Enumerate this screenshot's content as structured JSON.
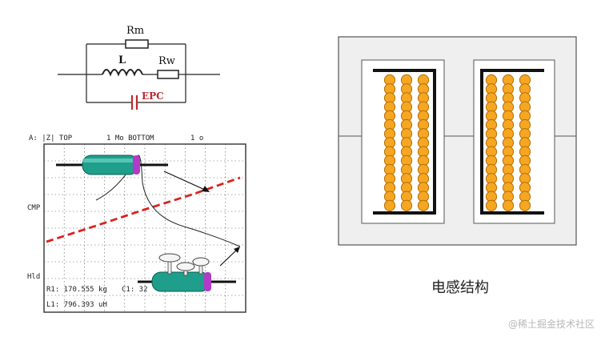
{
  "circuit": {
    "rm_label": "Rm",
    "l_label": "L",
    "rw_label": "Rw",
    "epc_label": "EPC"
  },
  "impedance_plot": {
    "header_a": "A: |Z| TOP",
    "header_b": "1 Mo BOTTOM",
    "header_c": "1 o",
    "y_label_top": "CMP",
    "y_label_bottom": "Hld",
    "readout_r1": "R1:  170.555 kg",
    "readout_c1": "C1:  32",
    "readout_l1": "L1:  796.393 uH"
  },
  "core": {
    "caption": "电感结构",
    "winding_rows": 15,
    "winding_cols": 3,
    "colors": {
      "wire": "#f5a623",
      "wire_edge": "#b86f00",
      "bobbin": "#111111",
      "core_fill": "#efefef"
    }
  },
  "watermark": "@稀土掘金技术社区"
}
